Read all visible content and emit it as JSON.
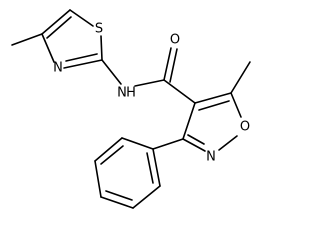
{
  "molecule": {
    "atoms": {
      "S1": "S",
      "N_thiazole": "N",
      "N_amide": "N",
      "H_amide": "H",
      "O_carbonyl": "O",
      "O_ring": "O",
      "N_ring": "N"
    },
    "colors": {
      "bond": "#000000",
      "label": "#000000",
      "background": "#ffffff"
    }
  }
}
